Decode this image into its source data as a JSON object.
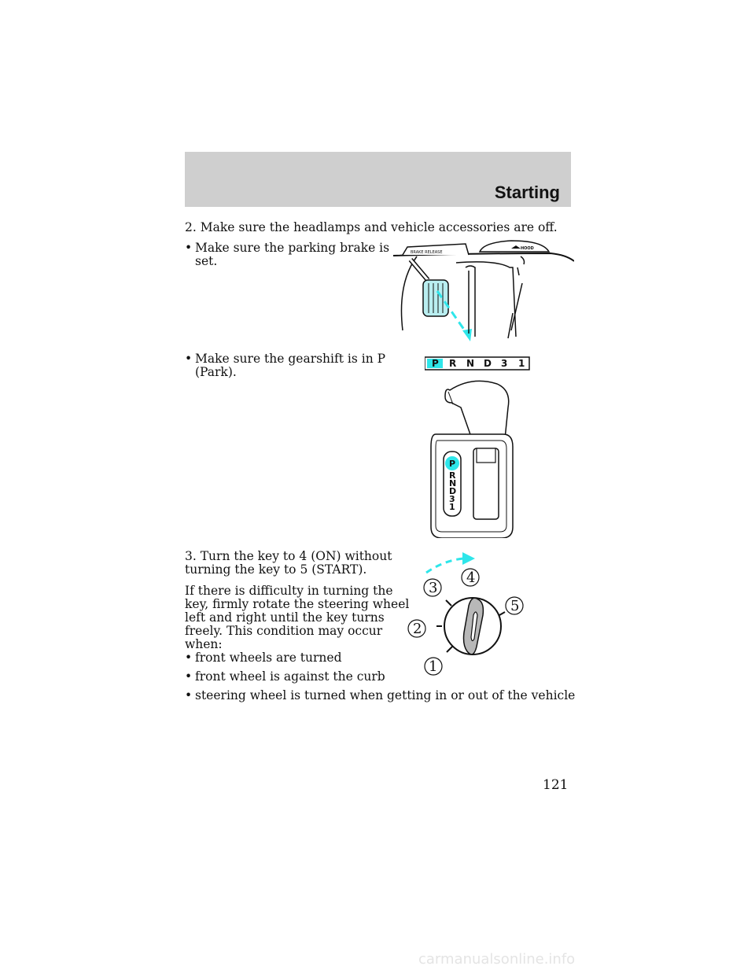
{
  "header": {
    "section_title": "Starting"
  },
  "steps": {
    "step2": "2. Make sure the headlamps and vehicle accessories are off.",
    "bullet_brake_l1": "Make sure the parking brake is",
    "bullet_brake_l2": "set.",
    "bullet_gear_l1": "Make sure the gearshift is in P",
    "bullet_gear_l2": "(Park).",
    "step3_l1": "3. Turn the key to 4 (ON) without",
    "step3_l2": "turning the key to 5 (START).",
    "para_l1": "If there is difficulty in turning the",
    "para_l2": "key, firmly rotate the steering wheel",
    "para_l3": "left and right until the key turns",
    "para_l4": "freely. This condition may occur",
    "para_l5": "when:",
    "conditions": [
      "front wheels are turned",
      "front wheel is against the curb",
      "steering wheel is turned when getting in or out of the vehicle"
    ],
    "bullet_char": "•"
  },
  "figures": {
    "brake": {
      "release_label": "BRAKE RELEASE",
      "hood_label": "HOOD"
    },
    "gear_strip": [
      "P",
      "R",
      "N",
      "D",
      "3",
      "1"
    ],
    "ignition": {
      "positions": [
        "1",
        "2",
        "3",
        "4",
        "5"
      ]
    }
  },
  "page_number": "121",
  "footer": "carmanualsonline.info",
  "colors": {
    "accent_cyan": "#2ee6ea",
    "pedal_fill": "#b9eef0",
    "header_gray": "#cfcfcf",
    "key_gray": "#b8b8b8"
  }
}
